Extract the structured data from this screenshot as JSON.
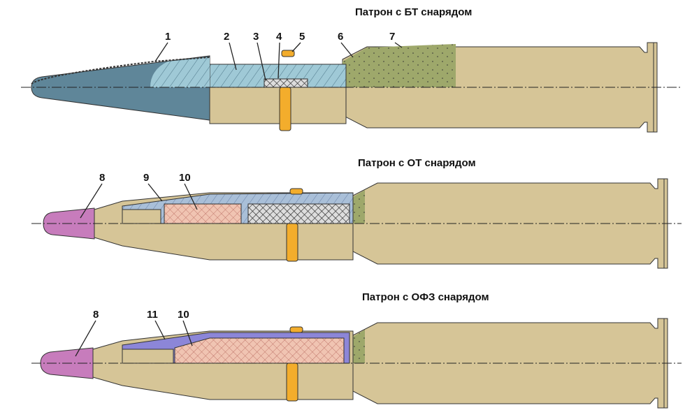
{
  "cartridges": [
    {
      "title": "Патрон с БТ снарядом",
      "labels": [
        "1",
        "2",
        "3",
        "4",
        "5",
        "6",
        "7"
      ]
    },
    {
      "title": "Патрон с  ОТ снарядом",
      "labels": [
        "8",
        "9",
        "10"
      ]
    },
    {
      "title": "Патрон с ОФЗ снарядом",
      "labels": [
        "8",
        "11",
        "10"
      ]
    }
  ],
  "colors": {
    "case": "#d6c597",
    "steel": "#5f8699",
    "hatched_steel": "#9fc9d6",
    "powder": "#9ea86b",
    "band": "#f3ad2c",
    "fuze": "#c77cbc",
    "explosive": "#f0c4b2",
    "incendiary": "#8c86d8"
  }
}
